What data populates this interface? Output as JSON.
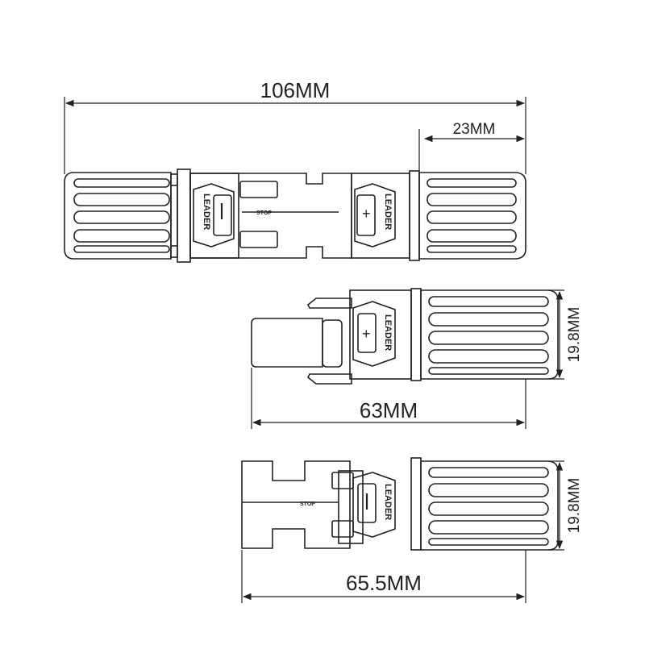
{
  "dimensions": {
    "assembled_length": "106MM",
    "nut_length": "23MM",
    "male_length": "63MM",
    "male_diameter": "19.8MM",
    "female_length": "65.5MM",
    "female_diameter": "19.8MM"
  },
  "labels": {
    "brand": "LEADER",
    "stop": "STOP",
    "plus": "+",
    "minus": "-"
  }
}
